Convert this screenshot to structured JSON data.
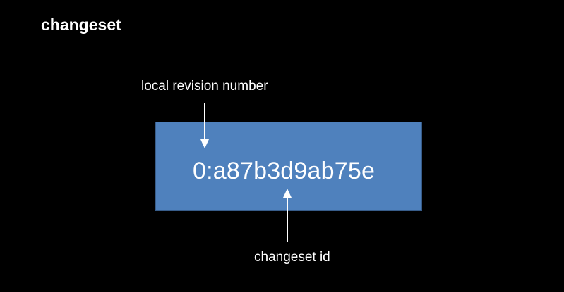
{
  "title": "changeset",
  "diagram": {
    "box_text": "0:a87b3d9ab75e",
    "label_top": "local revision number",
    "label_bottom": "changeset id",
    "box_color": "#4f81bd",
    "text_color": "#ffffff",
    "background": "#000000"
  }
}
